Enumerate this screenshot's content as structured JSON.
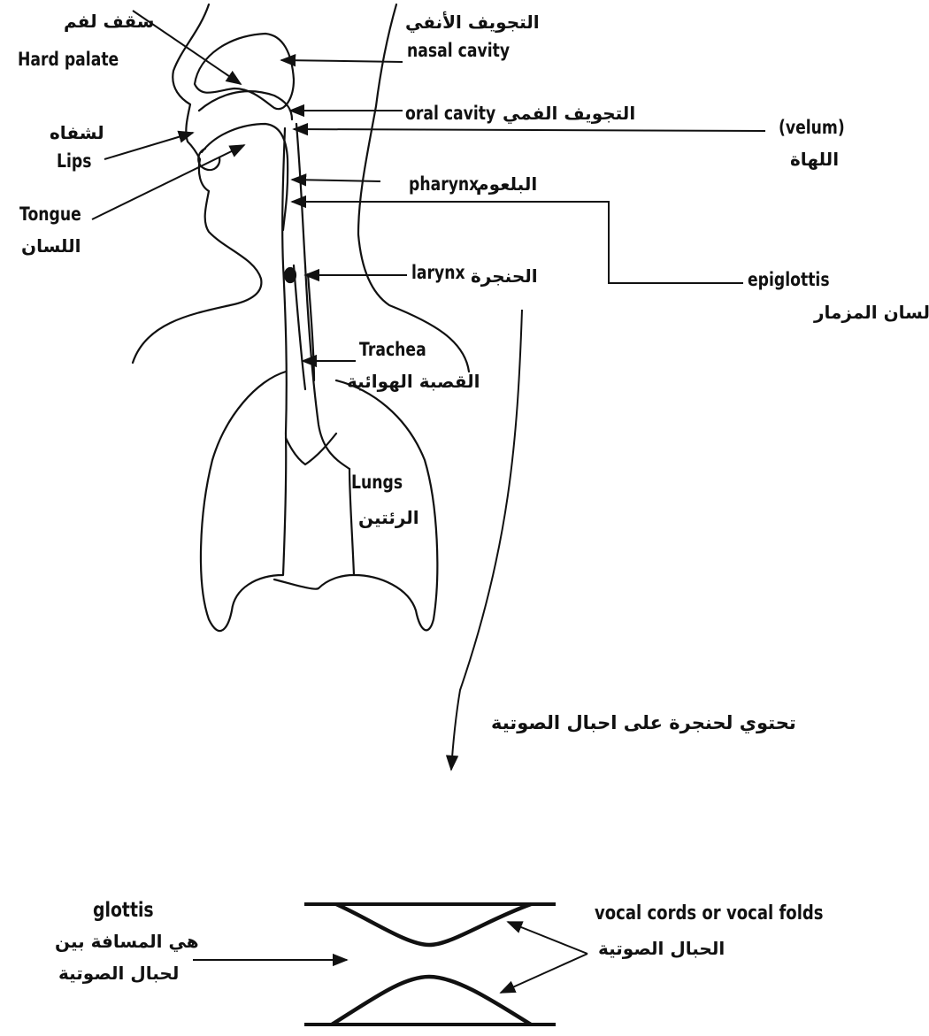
{
  "anatomy_labels": {
    "hard_palate_ar": "سقف لفم",
    "hard_palate_en": "Hard palate",
    "nasal_cavity_ar": "التجويف الأنفي",
    "nasal_cavity_en": "nasal cavity",
    "oral_cavity_en": "oral cavity",
    "oral_cavity_ar": "التجويف الفمي",
    "velum_en": "(velum)",
    "velum_ar": "اللهاة",
    "lips_ar": "لشفاه",
    "lips_en": "Lips",
    "tongue_en": "Tongue",
    "tongue_ar": "اللسان",
    "pharynx_en": "pharynx",
    "pharynx_ar": "البلعوم",
    "larynx_en": "larynx",
    "larynx_ar": "الحنجرة",
    "epiglottis_en": "epiglottis",
    "epiglottis_ar": "لسان المزمار",
    "trachea_en": "Trachea",
    "trachea_ar": "القصبة الهوائية",
    "lungs_en": "Lungs",
    "lungs_ar": "الرئتين"
  },
  "larynx_note_ar": "تحتوي لحنجرة على احبال الصوتية",
  "glottis": {
    "en": "glottis",
    "ar_line1": "هي المسافة بين",
    "ar_line2": "لحبال الصوتية"
  },
  "vocal_cords": {
    "en": "vocal cords or vocal folds",
    "ar": "الحبال الصوتية"
  }
}
